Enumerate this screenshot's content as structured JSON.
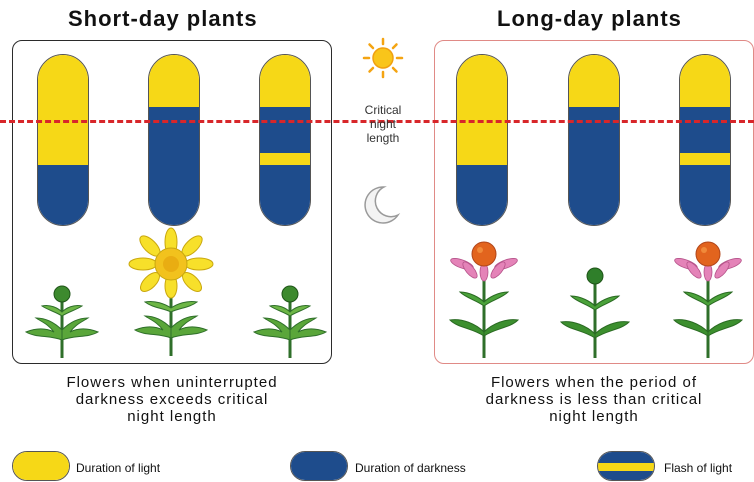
{
  "titles": {
    "short_day": "Short-day plants",
    "long_day": "Long-day plants"
  },
  "center": {
    "critical_label_line1": "Critical",
    "critical_label_line2": "night",
    "critical_label_line3": "length"
  },
  "captions": {
    "short_day": [
      "Flowers when uninterrupted",
      "darkness exceeds critical",
      "night length"
    ],
    "long_day": [
      "Flowers when the period of",
      "darkness is less than critical",
      "night length"
    ]
  },
  "legend": {
    "light": "Duration of light",
    "darkness": "Duration of darkness",
    "flash": "Flash of light"
  },
  "colors": {
    "light": "#f6d817",
    "darkness": "#1e4c8c",
    "critical_line": "#d8262a",
    "short_day_border": "#2b2b2b",
    "long_day_border": "#e08a86"
  },
  "icons": {
    "sun": "sun-icon",
    "moon": "moon-icon"
  }
}
